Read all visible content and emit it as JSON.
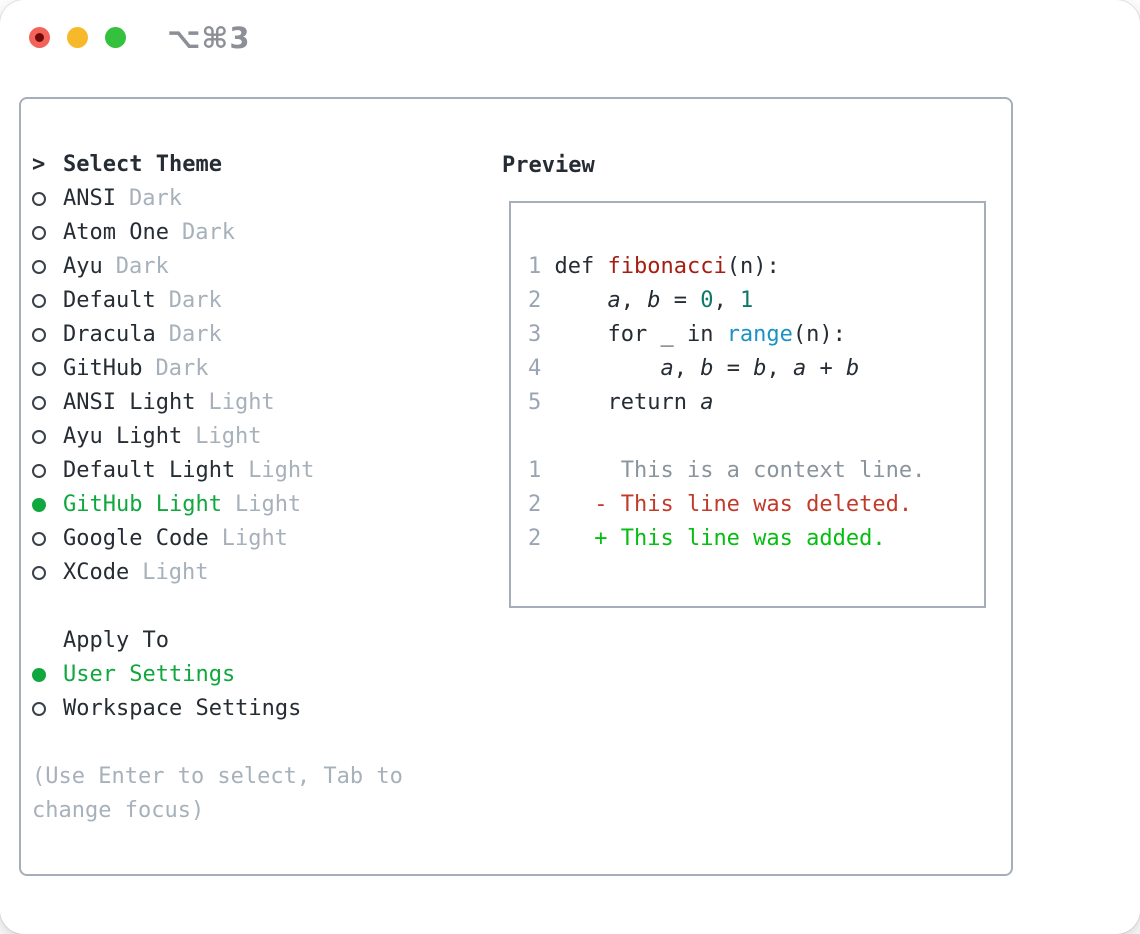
{
  "window": {
    "title": "⌥⌘3"
  },
  "traffic_lights": {
    "close": "close-button",
    "minimize": "minimize-button",
    "zoom": "zoom-button"
  },
  "theme_picker": {
    "prompt": ">",
    "header": "Select Theme",
    "items": [
      {
        "label": "ANSI",
        "variant": "Dark",
        "selected": false
      },
      {
        "label": "Atom One",
        "variant": "Dark",
        "selected": false
      },
      {
        "label": "Ayu",
        "variant": "Dark",
        "selected": false
      },
      {
        "label": "Default",
        "variant": "Dark",
        "selected": false
      },
      {
        "label": "Dracula",
        "variant": "Dark",
        "selected": false
      },
      {
        "label": "GitHub",
        "variant": "Dark",
        "selected": false
      },
      {
        "label": "ANSI Light",
        "variant": "Light",
        "selected": false
      },
      {
        "label": "Ayu Light",
        "variant": "Light",
        "selected": false
      },
      {
        "label": "Default Light",
        "variant": "Light",
        "selected": false
      },
      {
        "label": "GitHub Light",
        "variant": "Light",
        "selected": true
      },
      {
        "label": "Google Code",
        "variant": "Light",
        "selected": false
      },
      {
        "label": "XCode",
        "variant": "Light",
        "selected": false
      }
    ]
  },
  "apply_to": {
    "header": "Apply To",
    "options": [
      {
        "label": "User Settings",
        "selected": true
      },
      {
        "label": "Workspace Settings",
        "selected": false
      }
    ]
  },
  "help_text": "(Use Enter to select, Tab to change focus)",
  "preview": {
    "header": "Preview",
    "lines": [
      {
        "segments": [
          {
            "text": "1 ",
            "cls": "ln"
          },
          {
            "text": "def ",
            "cls": "code"
          },
          {
            "text": "fibonacci",
            "cls": "fn"
          },
          {
            "text": "(n):",
            "cls": "code"
          }
        ]
      },
      {
        "segments": [
          {
            "text": "2 ",
            "cls": "ln"
          },
          {
            "text": "    ",
            "cls": "code"
          },
          {
            "text": "a",
            "cls": "var"
          },
          {
            "text": ", ",
            "cls": "code"
          },
          {
            "text": "b",
            "cls": "var"
          },
          {
            "text": " = ",
            "cls": "code"
          },
          {
            "text": "0",
            "cls": "num"
          },
          {
            "text": ", ",
            "cls": "code"
          },
          {
            "text": "1",
            "cls": "num"
          }
        ]
      },
      {
        "segments": [
          {
            "text": "3 ",
            "cls": "ln"
          },
          {
            "text": "    for _ in ",
            "cls": "code"
          },
          {
            "text": "range",
            "cls": "call"
          },
          {
            "text": "(n):",
            "cls": "code"
          }
        ]
      },
      {
        "segments": [
          {
            "text": "4 ",
            "cls": "ln"
          },
          {
            "text": "        ",
            "cls": "code"
          },
          {
            "text": "a",
            "cls": "var"
          },
          {
            "text": ", ",
            "cls": "code"
          },
          {
            "text": "b",
            "cls": "var"
          },
          {
            "text": " = ",
            "cls": "code"
          },
          {
            "text": "b",
            "cls": "var"
          },
          {
            "text": ", ",
            "cls": "code"
          },
          {
            "text": "a",
            "cls": "var"
          },
          {
            "text": " + ",
            "cls": "code"
          },
          {
            "text": "b",
            "cls": "var"
          }
        ]
      },
      {
        "segments": [
          {
            "text": "5 ",
            "cls": "ln"
          },
          {
            "text": "    return ",
            "cls": "code"
          },
          {
            "text": "a",
            "cls": "var"
          }
        ]
      },
      {
        "segments": []
      },
      {
        "segments": [
          {
            "text": "1",
            "cls": "ln"
          },
          {
            "text": "      This is a context line.",
            "cls": "ctx"
          }
        ]
      },
      {
        "segments": [
          {
            "text": "2",
            "cls": "ln"
          },
          {
            "text": "    ",
            "cls": "code"
          },
          {
            "text": "- This line was deleted.",
            "cls": "del"
          }
        ]
      },
      {
        "segments": [
          {
            "text": "2",
            "cls": "ln"
          },
          {
            "text": "    ",
            "cls": "code"
          },
          {
            "text": "+ This line was added.",
            "cls": "add"
          }
        ]
      }
    ]
  },
  "colors": {
    "selection_green": "#10a83e",
    "added_green": "#06bd11",
    "deleted_red": "#c23b2a",
    "function_red": "#a61d12",
    "number_teal": "#0e7969",
    "call_blue": "#1a93c4",
    "text_dark": "#262c33",
    "muted_gray": "#a7b1bb",
    "line_number_gray": "#9aa5b3",
    "context_gray": "#8a949d",
    "border_gray": "#a6afb9",
    "titlebar_gray": "#8c9096",
    "traffic_red": "#f4635a",
    "traffic_red_dot": "#6e0b08",
    "traffic_yellow": "#f7b929",
    "traffic_green": "#33c13e"
  }
}
